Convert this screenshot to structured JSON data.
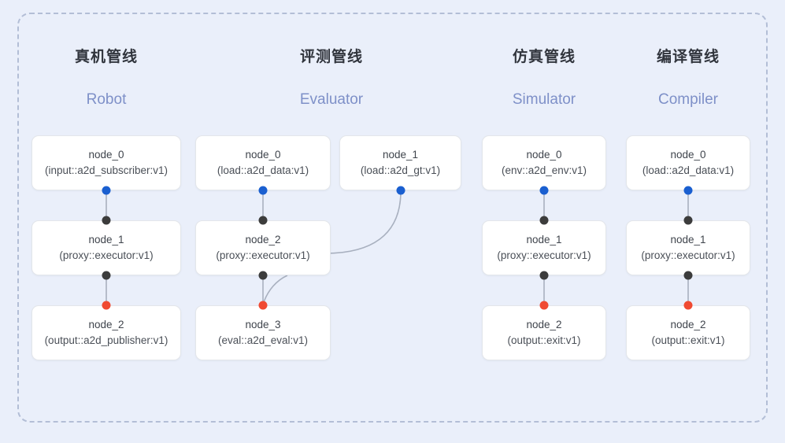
{
  "frame": {
    "style": "dashed-rounded-container",
    "border_color": "#b3bed6",
    "background": "#eaeffa"
  },
  "colors": {
    "accent_blue": "#1a5fd0",
    "accent_red": "#f04a32",
    "port_black": "#3c3c3c",
    "subtitle_blue": "#7e90c8",
    "title_gray": "#31353d",
    "edge_gray": "#9aa3b2",
    "box_white": "#ffffff",
    "box_border": "#e3e6ea"
  },
  "columns": [
    {
      "id": "robot",
      "title": "真机管线",
      "subtitle": "Robot",
      "nodes": [
        {
          "name": "node_0",
          "spec": "(input::a2d_subscriber:v1)"
        },
        {
          "name": "node_1",
          "spec": "(proxy::executor:v1)"
        },
        {
          "name": "node_2",
          "spec": "(output::a2d_publisher:v1)"
        }
      ]
    },
    {
      "id": "evaluator",
      "title": "评测管线",
      "subtitle": "Evaluator",
      "nodes": [
        {
          "name": "node_0",
          "spec": "(load::a2d_data:v1)"
        },
        {
          "name": "node_1",
          "spec": "(load::a2d_gt:v1)"
        },
        {
          "name": "node_2",
          "spec": "(proxy::executor:v1)"
        },
        {
          "name": "node_3",
          "spec": "(eval::a2d_eval:v1)"
        }
      ]
    },
    {
      "id": "simulator",
      "title": "仿真管线",
      "subtitle": "Simulator",
      "nodes": [
        {
          "name": "node_0",
          "spec": "(env::a2d_env:v1)"
        },
        {
          "name": "node_1",
          "spec": "(proxy::executor:v1)"
        },
        {
          "name": "node_2",
          "spec": "(output::exit:v1)"
        }
      ]
    },
    {
      "id": "compiler",
      "title": "编译管线",
      "subtitle": "Compiler",
      "nodes": [
        {
          "name": "node_0",
          "spec": "(load::a2d_data:v1)"
        },
        {
          "name": "node_1",
          "spec": "(proxy::executor:v1)"
        },
        {
          "name": "node_2",
          "spec": "(output::exit:v1)"
        }
      ]
    }
  ],
  "ports": {
    "output_port": "blue-dot",
    "pass_port": "black-dot",
    "terminal_port": "red-dot"
  }
}
